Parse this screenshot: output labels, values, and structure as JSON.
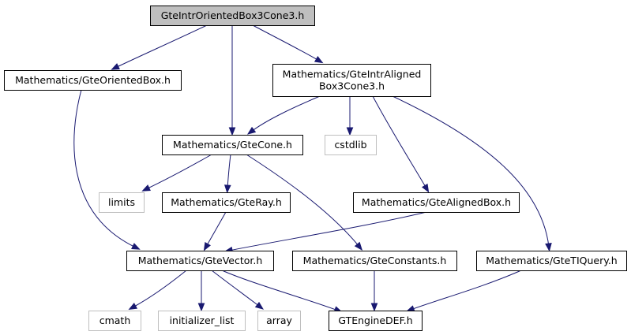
{
  "nodes": {
    "root": {
      "lines": [
        "GteIntrOrientedBox3Cone3.h"
      ],
      "kind": "root"
    },
    "orientedbox": {
      "lines": [
        "Mathematics/GteOrientedBox.h"
      ],
      "kind": "internal"
    },
    "alignedcone": {
      "lines": [
        "Mathematics/GteIntrAligned",
        "Box3Cone3.h"
      ],
      "kind": "internal"
    },
    "cone": {
      "lines": [
        "Mathematics/GteCone.h"
      ],
      "kind": "internal"
    },
    "cstdlib": {
      "lines": [
        "cstdlib"
      ],
      "kind": "external"
    },
    "limits": {
      "lines": [
        "limits"
      ],
      "kind": "external"
    },
    "ray": {
      "lines": [
        "Mathematics/GteRay.h"
      ],
      "kind": "internal"
    },
    "alignedbox": {
      "lines": [
        "Mathematics/GteAlignedBox.h"
      ],
      "kind": "internal"
    },
    "vector": {
      "lines": [
        "Mathematics/GteVector.h"
      ],
      "kind": "internal"
    },
    "constants": {
      "lines": [
        "Mathematics/GteConstants.h"
      ],
      "kind": "internal"
    },
    "tiquery": {
      "lines": [
        "Mathematics/GteTIQuery.h"
      ],
      "kind": "internal"
    },
    "cmath": {
      "lines": [
        "cmath"
      ],
      "kind": "external"
    },
    "initlist": {
      "lines": [
        "initializer_list"
      ],
      "kind": "external"
    },
    "array": {
      "lines": [
        "array"
      ],
      "kind": "external"
    },
    "enginedef": {
      "lines": [
        "GTEngineDEF.h"
      ],
      "kind": "internal"
    }
  },
  "edges": [
    [
      "root",
      "orientedbox"
    ],
    [
      "root",
      "cone"
    ],
    [
      "root",
      "alignedcone"
    ],
    [
      "orientedbox",
      "vector"
    ],
    [
      "alignedcone",
      "cone"
    ],
    [
      "alignedcone",
      "cstdlib"
    ],
    [
      "alignedcone",
      "alignedbox"
    ],
    [
      "alignedcone",
      "tiquery"
    ],
    [
      "cone",
      "limits"
    ],
    [
      "cone",
      "ray"
    ],
    [
      "cone",
      "constants"
    ],
    [
      "ray",
      "vector"
    ],
    [
      "alignedbox",
      "vector"
    ],
    [
      "vector",
      "cmath"
    ],
    [
      "vector",
      "initlist"
    ],
    [
      "vector",
      "array"
    ],
    [
      "vector",
      "enginedef"
    ],
    [
      "constants",
      "enginedef"
    ],
    [
      "tiquery",
      "enginedef"
    ]
  ],
  "colors": {
    "edge": "#191970",
    "root_fill": "#bfbfbf",
    "box_border": "#000000",
    "external_border": "#bfbfbf",
    "background": "#ffffff"
  }
}
